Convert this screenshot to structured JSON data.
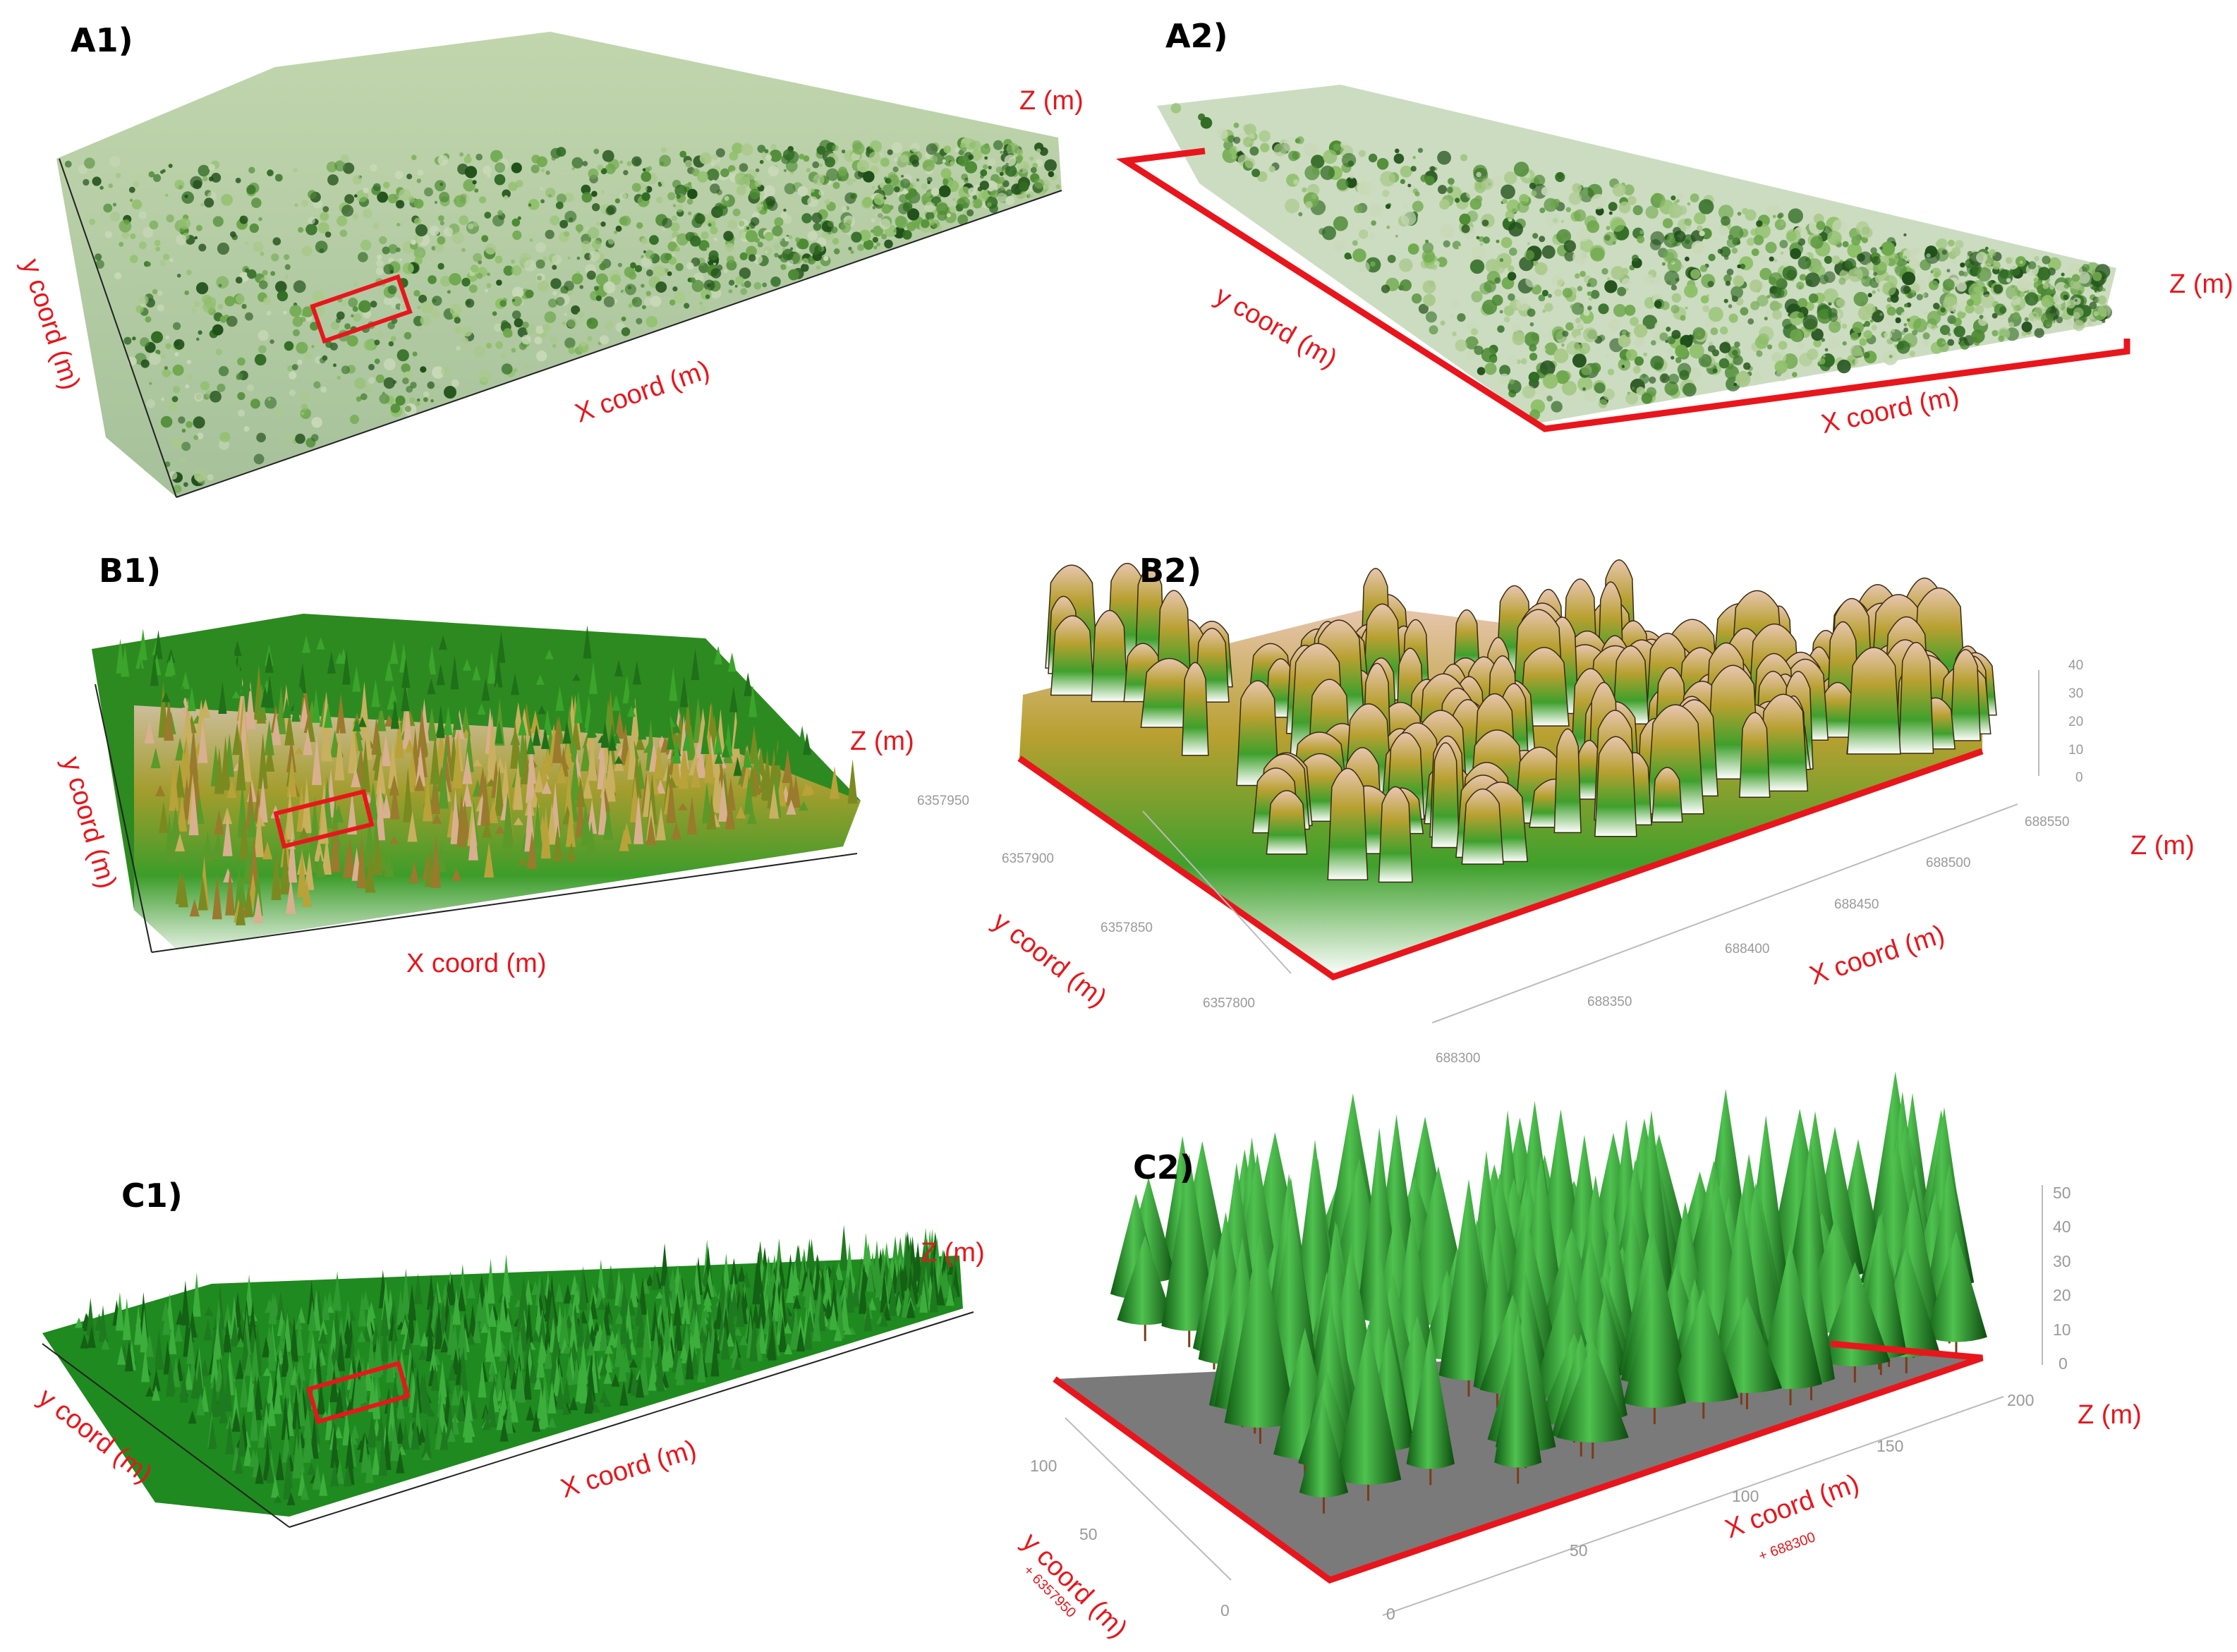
{
  "panels": [
    {
      "id": "A1",
      "letter": "A1)",
      "x_label": "X coord (m)",
      "y_label": "y coord (m)",
      "z_label": "Z (m)"
    },
    {
      "id": "A2",
      "letter": "A2)",
      "x_label": "X coord (m)",
      "y_label": "y coord (m)",
      "z_label": "Z (m)"
    },
    {
      "id": "B1",
      "letter": "B1)",
      "x_label": "X coord (m)",
      "y_label": "y coord (m)",
      "z_label": "Z (m)"
    },
    {
      "id": "B2",
      "letter": "B2)",
      "x_label": "X coord (m)",
      "y_label": "y coord (m)",
      "z_label": "Z (m)",
      "x_ticks": [
        "688300",
        "688350",
        "688400",
        "688450",
        "688500",
        "688550"
      ],
      "y_ticks": [
        "6357800",
        "6357850",
        "6357900",
        "6357950"
      ],
      "z_ticks": [
        "0",
        "10",
        "20",
        "30",
        "40"
      ]
    },
    {
      "id": "C1",
      "letter": "C1)",
      "x_label": "X coord (m)",
      "y_label": "y coord (m)",
      "z_label": "Z (m)"
    },
    {
      "id": "C2",
      "letter": "C2)",
      "x_label": "X coord (m)",
      "y_label": "y coord (m)",
      "z_label": "Z (m)",
      "x_offset": "+ 688300",
      "y_offset": "+ 6357950",
      "x_ticks": [
        "0",
        "50",
        "100",
        "150",
        "200"
      ],
      "y_ticks": [
        "0",
        "50",
        "100"
      ],
      "z_ticks": [
        "0",
        "10",
        "20",
        "30",
        "40",
        "50"
      ]
    }
  ],
  "colors": {
    "accent_red": "#e8161c",
    "tick_gray": "#9a9a9a",
    "canopy_green": "#2e8b2e",
    "ground_gray": "#7a7a7a"
  }
}
